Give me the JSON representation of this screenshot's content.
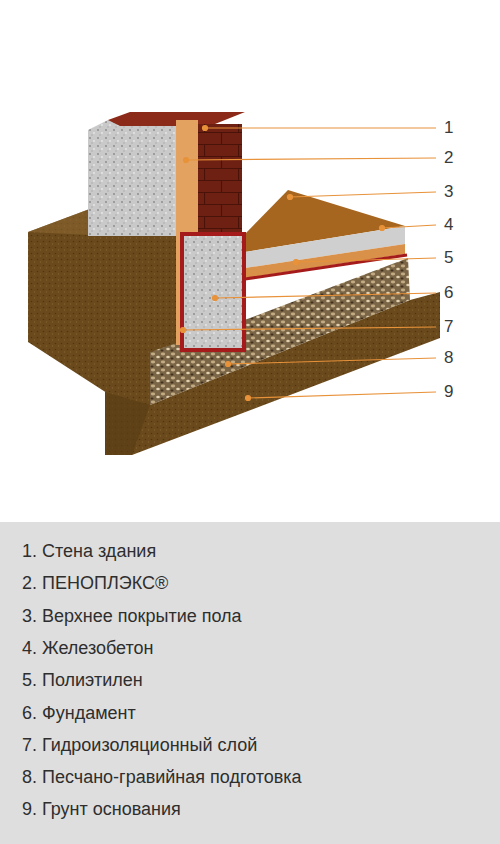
{
  "diagram": {
    "labels": [
      "1",
      "2",
      "3",
      "4",
      "5",
      "6",
      "7",
      "8",
      "9",
      "1. Стена здания",
      "2. ПЕНОПЛЭКС®",
      "3. Верхнее покрытие пола",
      "4. Железобетон",
      "5. Полиэтилен",
      "6. Фундамент",
      "7. Гидроизоляционный слой",
      "8. Песчано-гравийная подготовка",
      "9. Грунт основания"
    ]
  }
}
